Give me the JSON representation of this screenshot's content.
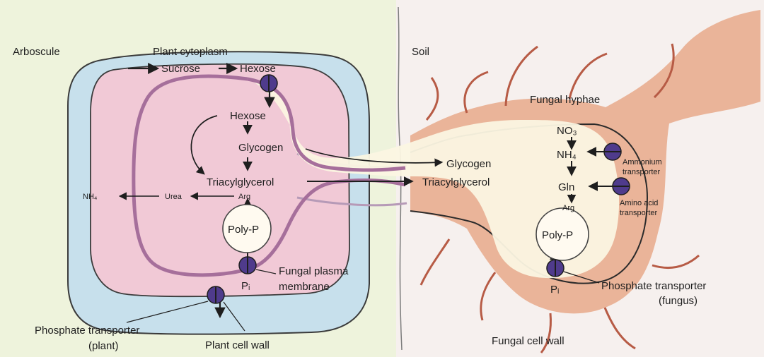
{
  "colors": {
    "plant_background": "#eef3dc",
    "soil_background": "#f6f0ee",
    "plant_outer_blue": "#c7e0ec",
    "plant_inner_pink": "#f1c9d6",
    "membrane_purple": "#a66f9b",
    "arbuscule_center": "#fbf5e2",
    "fungus_hyphae": "#e8a98a",
    "transporter_purple": "#4f3b8c",
    "text": "#1e1e1e"
  },
  "labels": {
    "arboscule": "Arboscule",
    "plant_cytoplasm": "Plant cytoplasm",
    "soil": "Soil",
    "fungal_hyphae": "Fungal hyphae",
    "plant_cell_wall": "Plant cell wall",
    "fungal_cell_wall": "Fungal cell wall",
    "fungal_plasma_membrane_1": "Fungal plasma",
    "fungal_plasma_membrane_2": "membrane",
    "phosphate_transporter_plant_1": "Phosphate transporter",
    "phosphate_transporter_plant_2": "(plant)",
    "phosphate_transporter_fungus_1": "Phosphate transporter",
    "phosphate_transporter_fungus_2": "(fungus)",
    "ammonium_transporter_1": "Ammonium",
    "ammonium_transporter_2": "transporter",
    "amino_acid_transporter_1": "Amino acid",
    "amino_acid_transporter_2": "transporter"
  },
  "left_pathway": {
    "sucrose": "Sucrose",
    "hexose_top": "Hexose",
    "hexose": "Hexose",
    "glycogen": "Glycogen",
    "triacylglycerol": "Triacylglycerol",
    "arg": "Arg",
    "urea": "Urea",
    "nh4": "NH₄",
    "poly_p": "Poly-P",
    "pi": "Pᵢ"
  },
  "right_pathway": {
    "glycogen": "Glycogen",
    "triacylglycerol": "Triacylglycerol",
    "no3": "NO₃",
    "nh4": "NH₄",
    "gln": "Gln",
    "arg": "Arg",
    "poly_p": "Poly-P",
    "pi": "Pᵢ"
  }
}
